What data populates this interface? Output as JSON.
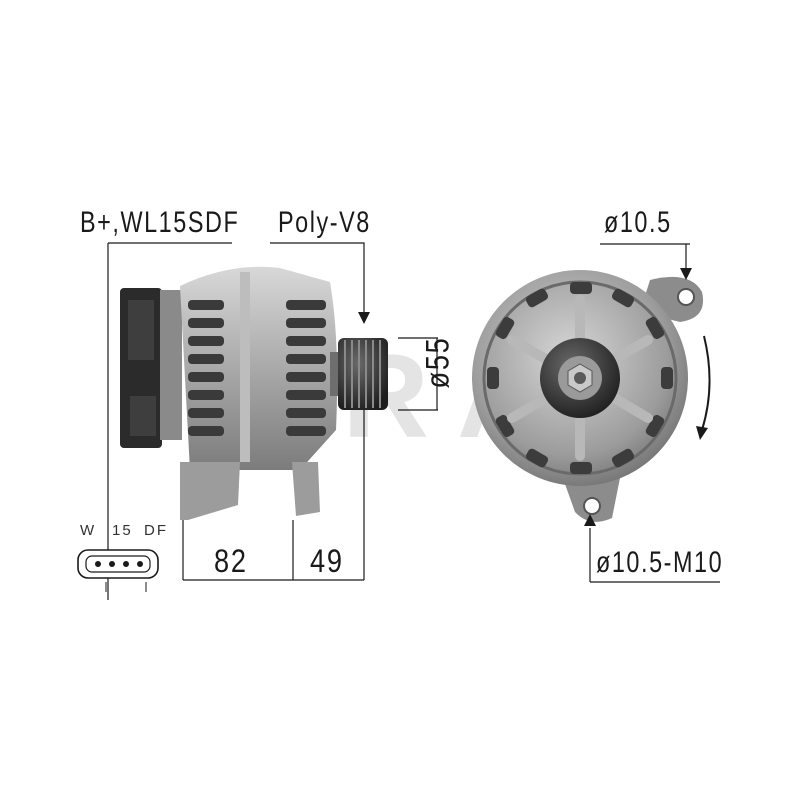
{
  "watermark": "ERA",
  "labels": {
    "connector": "B+,WL15SDF",
    "pulley": "Poly-V8",
    "top_hole": "ø10.5",
    "bottom_hole": "ø10.5-M10",
    "pulley_diameter": "ø55",
    "length_body": "82",
    "length_front": "49"
  },
  "plug_pins": [
    "W",
    "15",
    "DF"
  ],
  "colors": {
    "line": "#1a1a1a",
    "metal": "#9a9a9a",
    "dark": "#2b2b2b",
    "watermark": "#e4e4e4"
  }
}
